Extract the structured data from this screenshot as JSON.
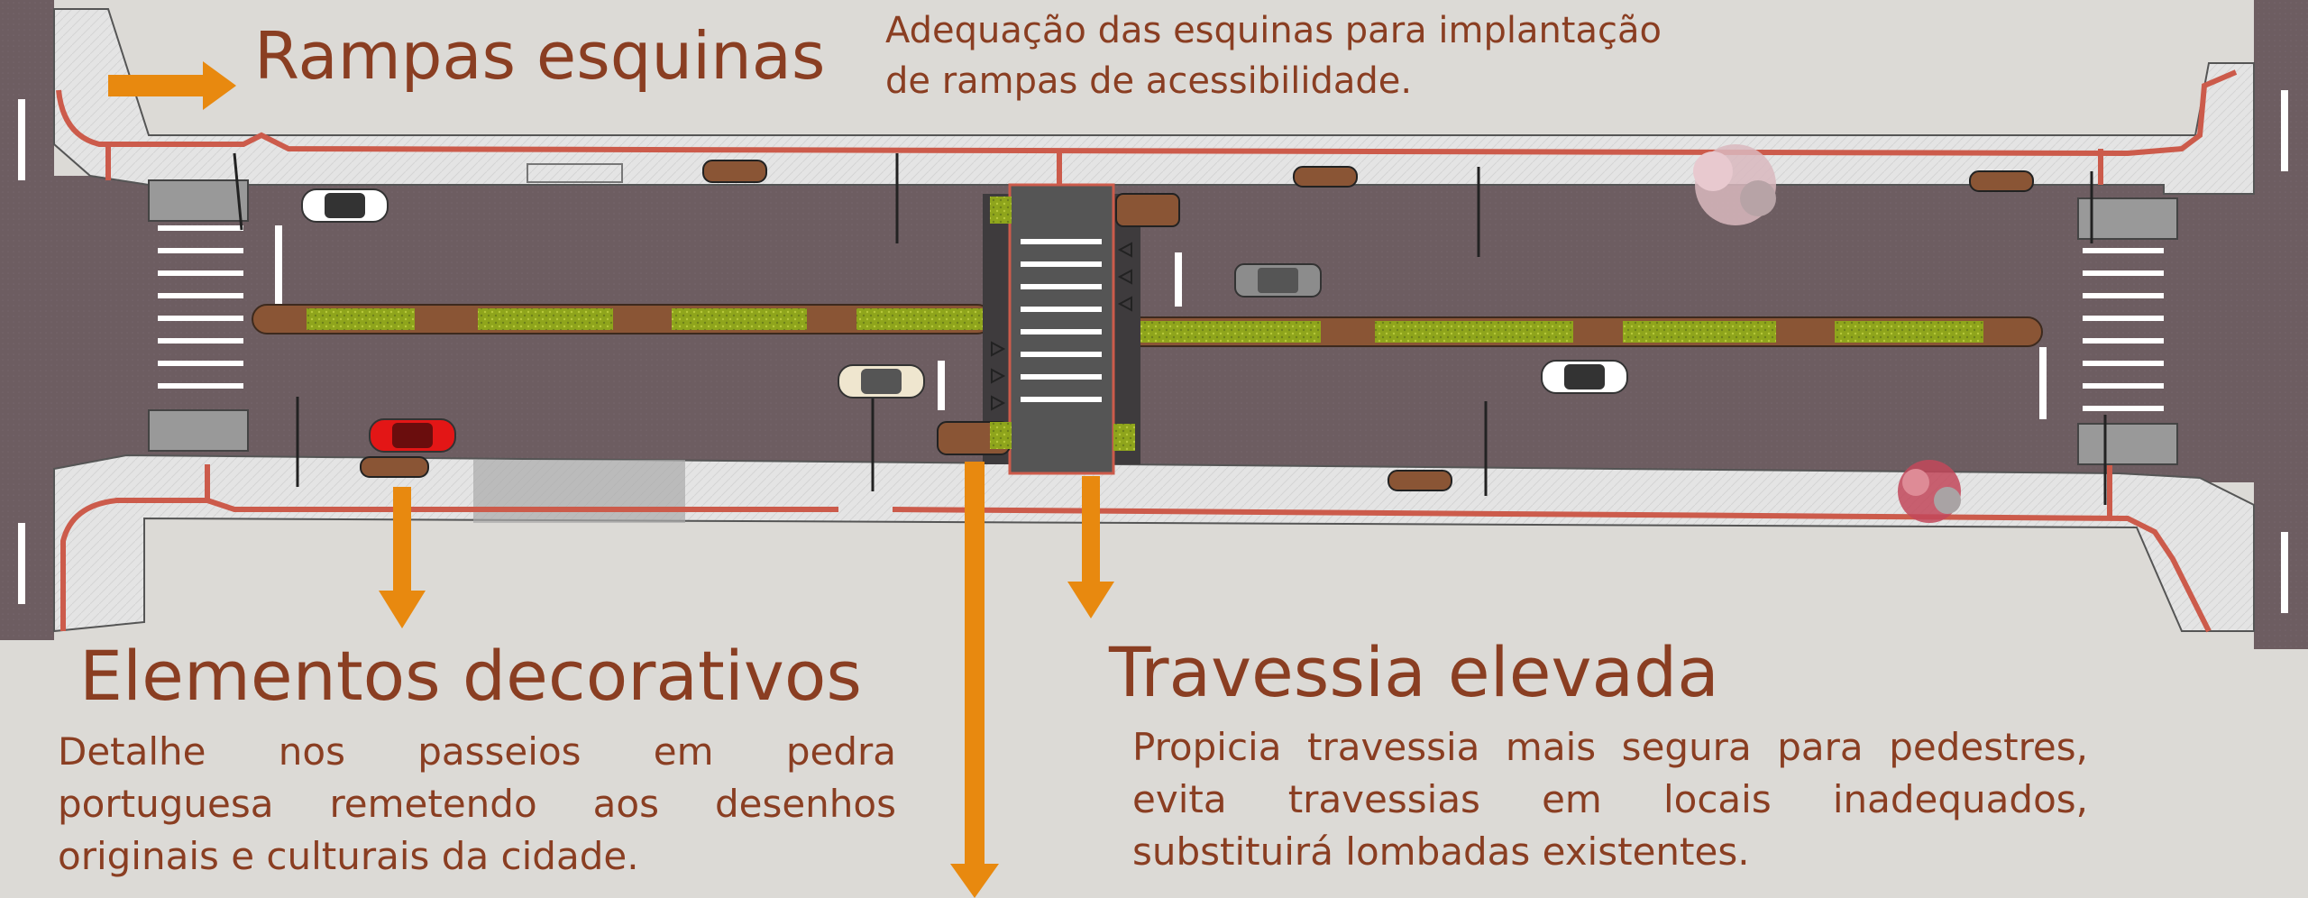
{
  "colors": {
    "background": "#dcdad6",
    "title_text": "#8a3e22",
    "body_text": "#8a3e22",
    "arrow": "#e8890f",
    "road": "#6b5b5f",
    "sidewalk": "#e6e6e6",
    "curb_red": "#cc5b4b",
    "median_green": "#8fa51c",
    "median_brown": "#8a5535",
    "crosswalk_white": "#ffffff"
  },
  "annotations": {
    "rampas": {
      "title": "Rampas esquinas",
      "desc_lines": [
        "Adequação das esquinas para implantação",
        "de rampas de acessibilidade."
      ]
    },
    "elementos": {
      "title": "Elementos decorativos",
      "desc_lines": [
        "Detalhe nos passeios em pedra",
        "portuguesa remetendo aos desenhos",
        "originais e culturais da cidade."
      ]
    },
    "travessia": {
      "title": "Travessia elevada",
      "desc_lines": [
        "Propicia travessia mais segura para pedestres,",
        "evita travessias em locais inadequados,",
        "substituirá lombadas existentes."
      ]
    }
  },
  "plan": {
    "icons": [
      "car-icon",
      "tree-icon",
      "lamp-post-icon",
      "bench-icon",
      "crosswalk-icon",
      "arrow-icon"
    ]
  }
}
